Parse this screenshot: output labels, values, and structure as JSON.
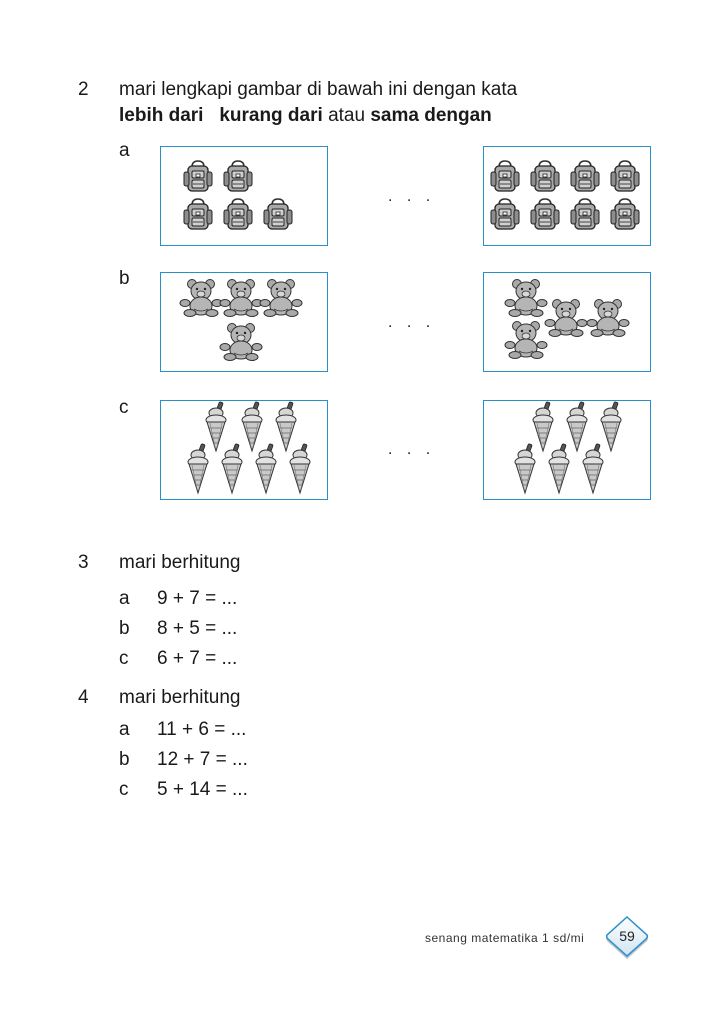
{
  "q2": {
    "number": "2",
    "instruction": "mari lengkapi gambar di bawah ini dengan kata",
    "word1": "lebih dari",
    "word2": "kurang dari",
    "connector": "atau",
    "word3": "sama dengan",
    "rows": [
      {
        "label": "a",
        "blank": ". . .",
        "left_count": 5,
        "right_count": 8,
        "icon": "backpack-icon"
      },
      {
        "label": "b",
        "blank": ". . .",
        "left_count": 4,
        "right_count": 4,
        "icon": "teddy-bear-icon"
      },
      {
        "label": "c",
        "blank": ". . .",
        "left_count": 7,
        "right_count": 6,
        "icon": "ice-cream-cone-icon"
      }
    ]
  },
  "q3": {
    "number": "3",
    "title": "mari berhitung",
    "items": [
      {
        "label": "a",
        "expr": "9 + 7 = ..."
      },
      {
        "label": "b",
        "expr": "8 + 5 = ..."
      },
      {
        "label": "c",
        "expr": "6 + 7 = ..."
      }
    ]
  },
  "q4": {
    "number": "4",
    "title": "mari berhitung",
    "items": [
      {
        "label": "a",
        "expr": "11 + 6 = ..."
      },
      {
        "label": "b",
        "expr": "12 + 7 = ..."
      },
      {
        "label": "c",
        "expr": "5 + 14 = ..."
      }
    ]
  },
  "footer": {
    "book_title": "senang matematika 1 sd/mi",
    "page_number": "59",
    "accent": "#2a8fc9"
  }
}
